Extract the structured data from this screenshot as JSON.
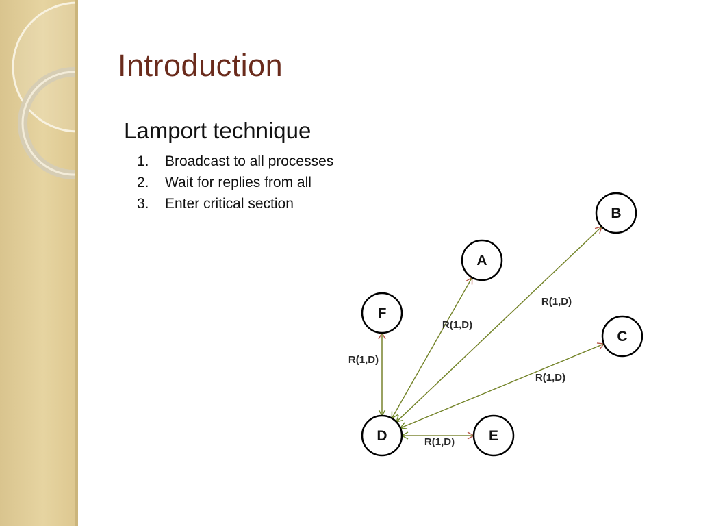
{
  "slide": {
    "title": "Introduction",
    "subheading": "Lamport technique",
    "steps": [
      {
        "number": "1.",
        "text": "Broadcast to all processes"
      },
      {
        "number": "2.",
        "text": "Wait for replies from all"
      },
      {
        "number": "3.",
        "text": "Enter critical section"
      }
    ]
  },
  "diagram": {
    "nodes": [
      "A",
      "B",
      "C",
      "D",
      "E",
      "F"
    ],
    "edges": [
      {
        "from": "D",
        "to": "A",
        "label": "R(1,D)"
      },
      {
        "from": "D",
        "to": "B",
        "label": "R(1,D)"
      },
      {
        "from": "D",
        "to": "C",
        "label": "R(1,D)"
      },
      {
        "from": "D",
        "to": "E",
        "label": "R(1,D)"
      },
      {
        "from": "D",
        "to": "F",
        "label": "R(1,D)"
      }
    ],
    "colors": {
      "request_arrow": "#b7584a",
      "reply_arrow": "#6f8b2a",
      "node_stroke": "#000000",
      "title": "#6a2b1c"
    }
  }
}
